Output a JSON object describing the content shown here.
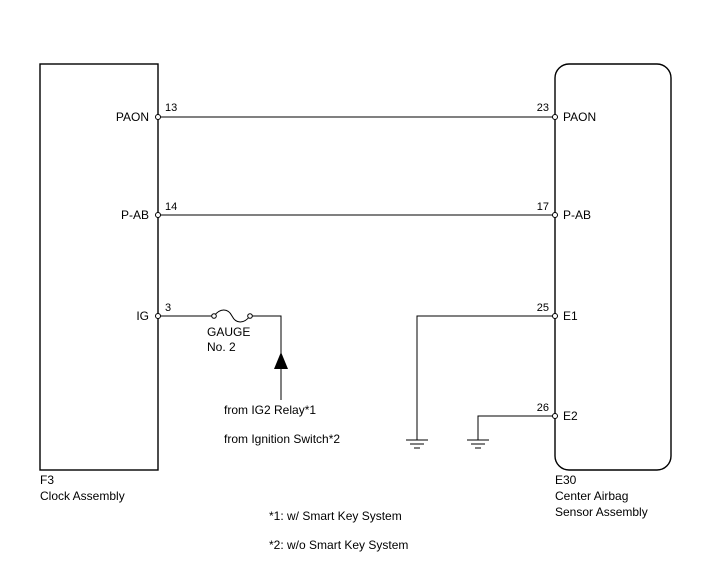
{
  "left_component": {
    "code": "F3",
    "name": "Clock Assembly",
    "pins": [
      {
        "label": "PAON",
        "number": "13"
      },
      {
        "label": "P-AB",
        "number": "14"
      },
      {
        "label": "IG",
        "number": "3"
      }
    ]
  },
  "right_component": {
    "code": "E30",
    "name_line1": "Center Airbag",
    "name_line2": "Sensor Assembly",
    "pins": [
      {
        "label": "PAON",
        "number": "23"
      },
      {
        "label": "P-AB",
        "number": "17"
      },
      {
        "label": "E1",
        "number": "25"
      },
      {
        "label": "E2",
        "number": "26"
      }
    ]
  },
  "fuse": {
    "name": "GAUGE",
    "number": "No. 2"
  },
  "power_source": {
    "line1": "from IG2 Relay*1",
    "line2": "from Ignition Switch*2"
  },
  "notes": [
    "*1: w/ Smart Key System",
    "*2: w/o Smart Key System"
  ],
  "icons": [
    "ground-icon",
    "fuse-icon",
    "arrow-up-icon"
  ]
}
